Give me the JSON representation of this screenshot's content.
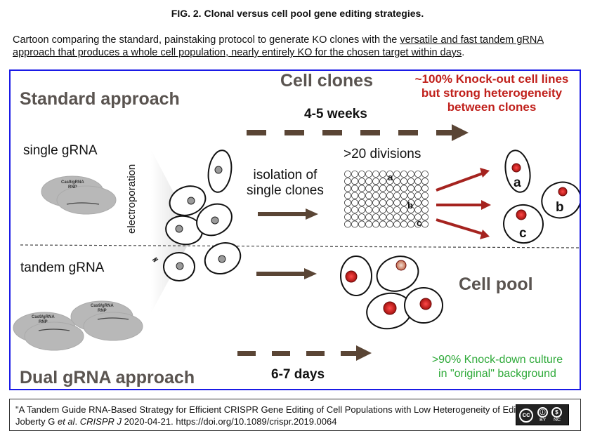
{
  "figure": {
    "title": "FIG. 2. Clonal versus cell pool gene editing strategies.",
    "caption_plain": "Cartoon comparing the standard, painstaking protocol to generate KO clones with the ",
    "caption_linked": "versatile and fast tandem gRNA approach that produces a whole cell population, nearly entirely KO for the chosen target within days",
    "caption_end": "."
  },
  "diagram": {
    "standard_approach": "Standard approach",
    "cell_clones": "Cell clones",
    "clones_result": [
      "~100% Knock-out cell lines",
      "but strong heterogeneity",
      "between clones"
    ],
    "weeks": "4-5 weeks",
    "single_grna": "single gRNA",
    "isolation": [
      "isolation of",
      "single clones"
    ],
    "divisions": ">20 divisions",
    "electroporation": "electroporation",
    "tandem_grna": "tandem gRNA",
    "cell_pool": "Cell pool",
    "pool_result": [
      ">90% Knock-down culture",
      "in \"original\" background"
    ],
    "days": "6-7 days",
    "dual_approach": "Dual gRNA approach",
    "rnp_label": [
      "Cas9/gRNA",
      "RNP"
    ],
    "well_labels": [
      "a",
      "b",
      "c"
    ],
    "clone_labels": [
      "a",
      "b",
      "c"
    ]
  },
  "reference": {
    "text_prefix": "\"A Tandem Guide RNA-Based Strategy for Efficient CRISPR Gene Editing of Cell Populations with Low Heterogeneity of Edited Alleles\" Joberty G ",
    "etal": "et al",
    "text_mid": ". ",
    "journal": "CRISPR J",
    "text_suffix": " 2020-04-21. https://doi.org/10.1089/crispr.2019.0064"
  },
  "license": {
    "by": "BY",
    "nc": "NC"
  },
  "colors": {
    "border": "#1a1ae6",
    "arrow": "#5a4535",
    "red": "#c0201b",
    "green": "#2faa3a",
    "title_gray": "#5a5450"
  }
}
